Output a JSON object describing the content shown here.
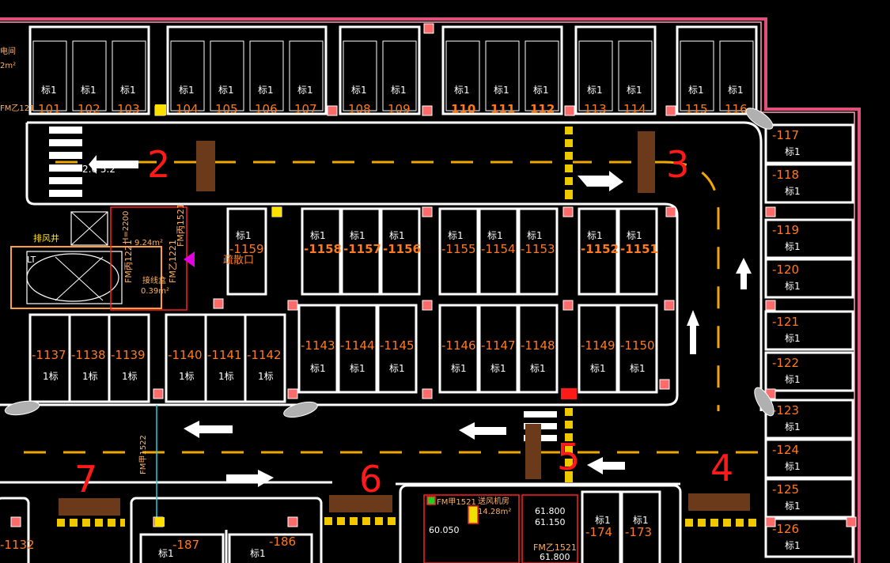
{
  "colors": {
    "background": "#000000",
    "wall": "#ffffff",
    "boundary": "#e0507a",
    "lane": "#f0a800",
    "number": "#ff7a1a",
    "zone": "#ff1a1a",
    "column": "#ff6a6a",
    "sign_bg": "#6b3a1a"
  },
  "rows": {
    "top": {
      "label": "标1",
      "numbers": [
        "101",
        "102",
        "103",
        "104",
        "105",
        "106",
        "107",
        "108",
        "109",
        "110",
        "111",
        "112",
        "113",
        "114",
        "115",
        "116"
      ]
    },
    "right": {
      "label": "标1",
      "numbers": [
        "117",
        "118",
        "119",
        "120",
        "121",
        "122",
        "123",
        "124",
        "125",
        "126"
      ]
    },
    "upper_mid": {
      "labels": [
        "标1",
        "标1",
        "标1",
        "标1",
        "标1",
        "标1",
        "标1",
        "标1",
        "标1"
      ],
      "numbers": [
        "1159",
        "1158",
        "1157",
        "1156",
        "1155",
        "1154",
        "1153",
        "1152",
        "1151"
      ]
    },
    "lower_mid": {
      "labels": [
        "标1",
        "标1",
        "标1",
        "标1",
        "标1",
        "标1",
        "标1",
        "标1"
      ],
      "numbers": [
        "1143",
        "1144",
        "1145",
        "1146",
        "1147",
        "1148",
        "1149",
        "1150"
      ]
    },
    "lower_left": {
      "labels": [
        "1标",
        "1标",
        "1标",
        "1标",
        "1标",
        "1标"
      ],
      "numbers": [
        "1137",
        "1138",
        "1139",
        "1140",
        "1141",
        "1142"
      ]
    },
    "bottom": {
      "numbers": [
        "1132",
        "187",
        "186",
        "174",
        "173"
      ],
      "labels": [
        "标1",
        "标1",
        "标1",
        "标1"
      ]
    }
  },
  "zones": [
    "2",
    "3",
    "4",
    "5",
    "6",
    "7"
  ],
  "annotations": {
    "exit": "疏散口",
    "fan_shaft": "排风井",
    "stair": "LT",
    "fm_door_1": "FM丙1521",
    "fm_door_2": "FM丙1221",
    "fm_door_3": "FM乙1221",
    "fm_door_4": "FM乙1521",
    "fm_door_5": "FM甲1522",
    "fm_door_6": "FM甲1521",
    "height": "H=2200",
    "area_1": "9.24m²",
    "room": "送风机房",
    "room_area": "14.28m²",
    "elev_1": "61.800",
    "elev_2": "61.150",
    "elev_3": "61.800",
    "elev_4": "60.050",
    "lane_text": "2.6 5.2",
    "top_left_text": "电间",
    "top_left_area": "2m²",
    "small_1": "FM乙121",
    "small_2": "接线盒",
    "small_3": "0.39m²"
  }
}
